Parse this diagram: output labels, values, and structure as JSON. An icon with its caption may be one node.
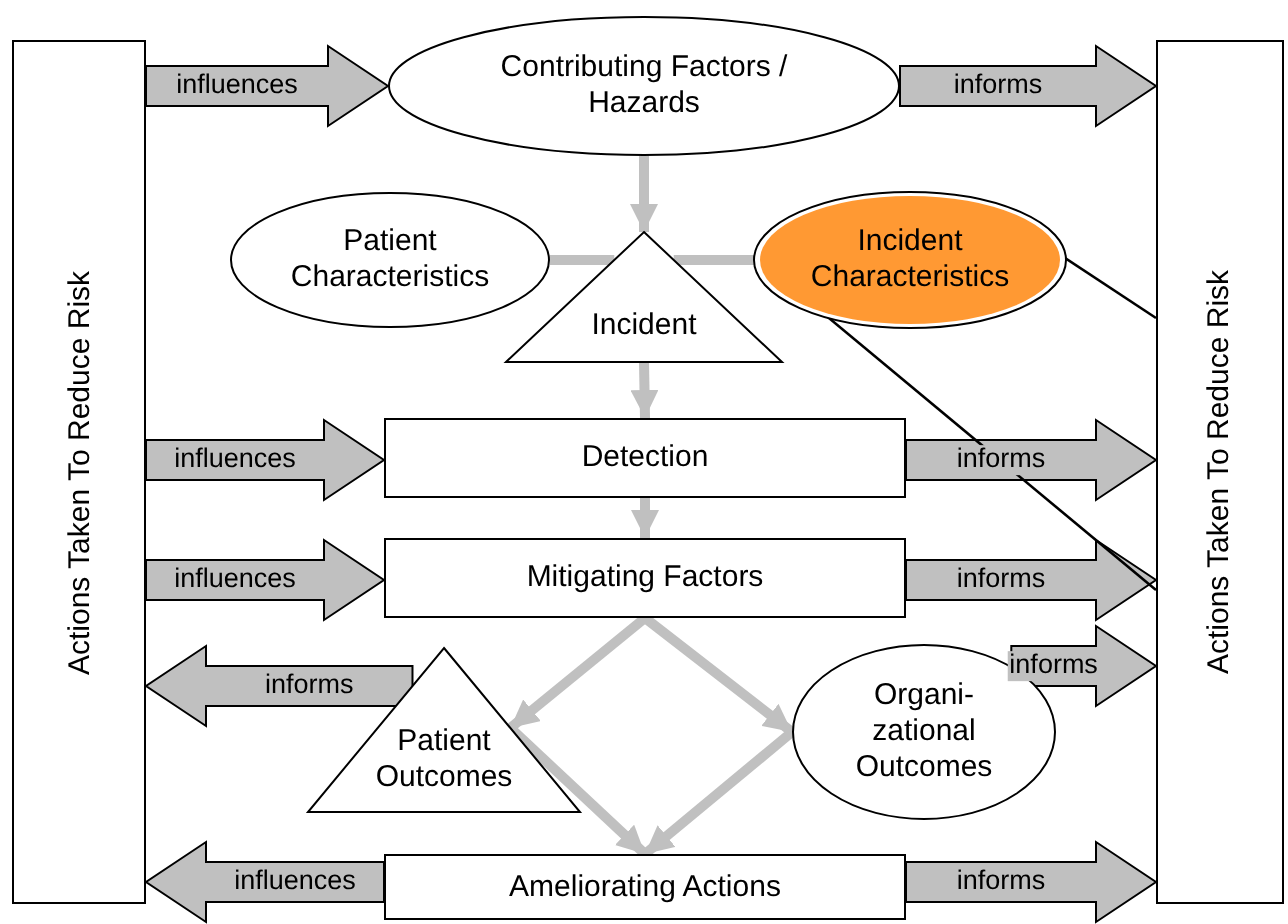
{
  "diagram": {
    "nodes": [
      {
        "text": [
          "Actions Taken To Reduce Risk"
        ]
      },
      {
        "text": [
          "Actions Taken To Reduce Risk"
        ]
      },
      {
        "text": [
          "Contributing Factors / Hazards"
        ]
      },
      {
        "text": [
          "Patient Characteristics"
        ]
      },
      {
        "text": [
          "Incident"
        ]
      },
      {
        "text": [
          "Incident Characteristics"
        ]
      },
      {
        "text": [
          "Detection"
        ]
      },
      {
        "text": [
          "Mitigating Factors"
        ]
      },
      {
        "text": [
          "Patient Outcomes"
        ]
      },
      {
        "text": [
          "Organi- zational Outcomes"
        ]
      },
      {
        "text": [
          "Ameliorating Actions"
        ]
      }
    ],
    "edges": [
      {
        "from": 0,
        "to": 2,
        "arrow": "to",
        "label": "influences",
        "style": "thick"
      },
      {
        "from": 2,
        "to": 1,
        "arrow": "to",
        "label": "informs",
        "style": "thick"
      },
      {
        "from": 2,
        "to": 4,
        "arrow": "to"
      },
      {
        "from": 3,
        "to": 4,
        "arrow": "none"
      },
      {
        "from": 4,
        "to": 5,
        "arrow": "none"
      },
      {
        "from": 4,
        "to": 6,
        "arrow": "to"
      },
      {
        "from": 0,
        "to": 6,
        "arrow": "to",
        "label": "influences",
        "style": "thick"
      },
      {
        "from": 6,
        "to": 1,
        "arrow": "to",
        "label": "informs",
        "style": "thick"
      },
      {
        "from": 6,
        "to": 7,
        "arrow": "to"
      },
      {
        "from": 0,
        "to": 7,
        "arrow": "to",
        "label": "influences",
        "style": "thick"
      },
      {
        "from": 7,
        "to": 1,
        "arrow": "to",
        "label": "informs",
        "style": "thick"
      },
      {
        "from": 7,
        "to": 8,
        "arrow": "to"
      },
      {
        "from": 7,
        "to": 9,
        "arrow": "to"
      },
      {
        "from": 8,
        "to": 0,
        "arrow": "to",
        "label": "informs",
        "style": "thick"
      },
      {
        "from": 9,
        "to": 1,
        "arrow": "to",
        "label": "informs",
        "style": "thick"
      },
      {
        "from": 8,
        "to": 10,
        "arrow": "to"
      },
      {
        "from": 9,
        "to": 10,
        "arrow": "to"
      },
      {
        "from": 10,
        "to": 0,
        "arrow": "to",
        "label": "influences",
        "style": "thick"
      },
      {
        "from": 10,
        "to": 1,
        "arrow": "to",
        "label": "informs",
        "style": "thick"
      },
      {
        "from": 5,
        "to": 1,
        "arrow": "none",
        "color": "#000000"
      },
      {
        "from": 5,
        "to": 1,
        "arrow": "none",
        "color": "#000000"
      }
    ]
  }
}
